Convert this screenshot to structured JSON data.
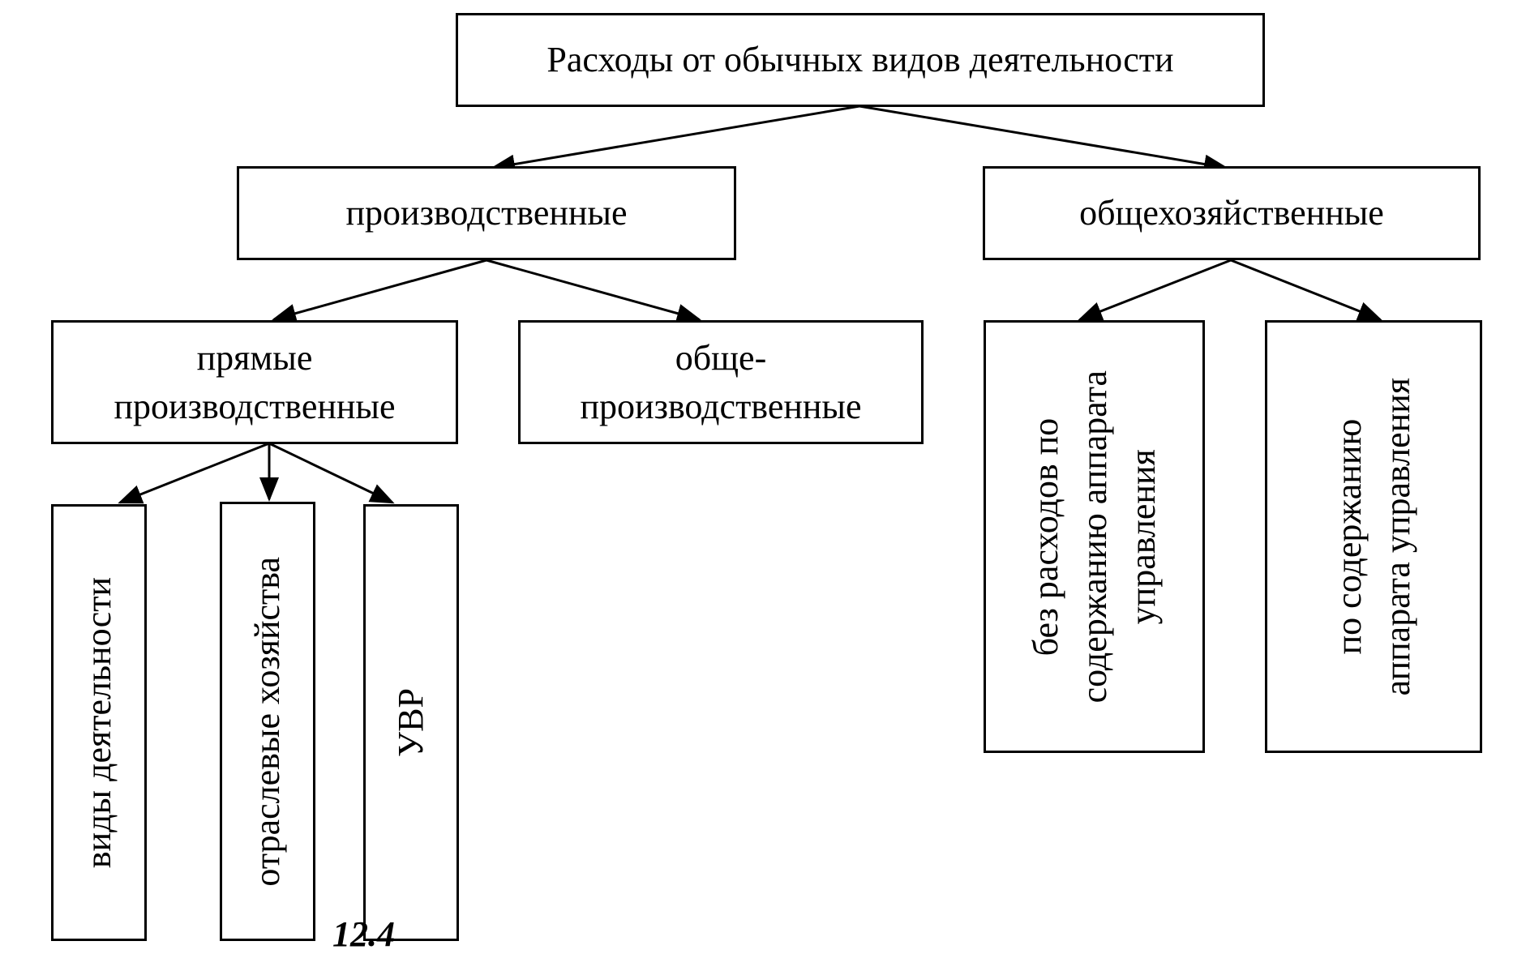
{
  "root": {
    "label": "Расходы от обычных видов деятельности"
  },
  "level1": {
    "production": {
      "label": "производственные"
    },
    "general_business": {
      "label": "общехозяйственные"
    }
  },
  "level2": {
    "direct_production": {
      "label": "прямые\nпроизводственные"
    },
    "general_production": {
      "label": "обще-\nпроизводственные"
    },
    "without_admin": {
      "label": "без расходов по\nсодержанию аппарата\nуправления"
    },
    "admin_maintenance": {
      "label": "по содержанию\nаппарата управления"
    }
  },
  "level3": {
    "activity_types": {
      "label": "виды деятельности"
    },
    "industry_sectors": {
      "label": "отраслевые хозяйства"
    },
    "uvr": {
      "label": "УВР"
    }
  },
  "footer": {
    "mark": "12.4"
  }
}
